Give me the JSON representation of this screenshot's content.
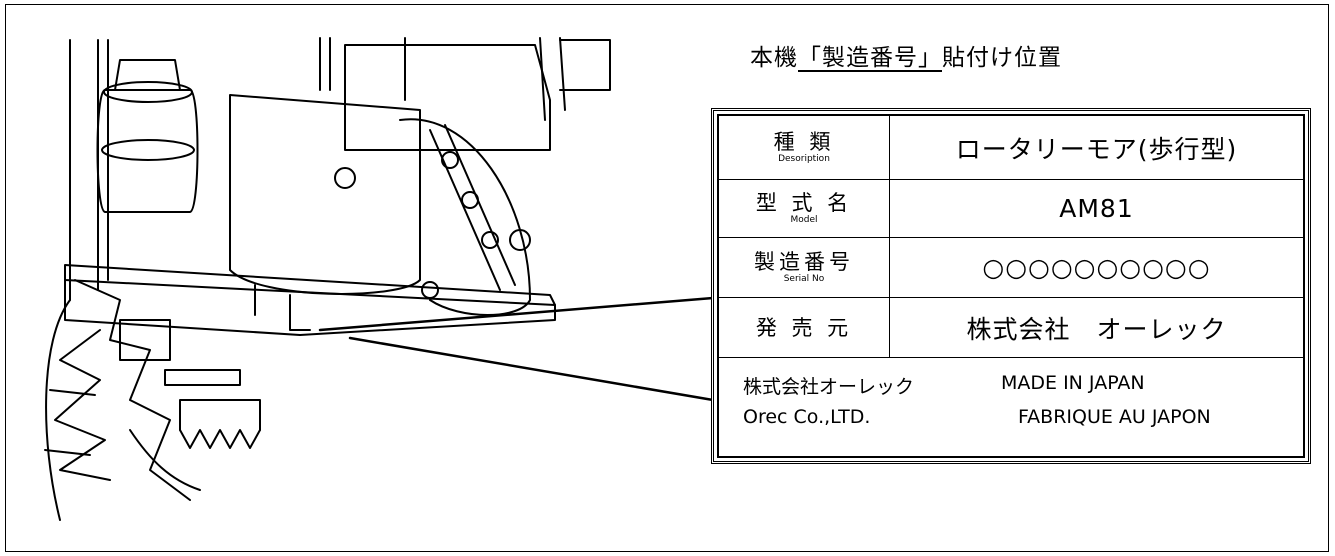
{
  "caption": {
    "prefix": "本機",
    "highlight": "「製造番号」",
    "suffix": "貼付け位置"
  },
  "nameplate": {
    "rows": [
      {
        "label_jp": "種 類",
        "label_en": "Desoription",
        "value": "ロータリーモア(歩行型)"
      },
      {
        "label_jp": "型 式 名",
        "label_en": "Model",
        "value": "AM81"
      },
      {
        "label_jp": "製造番号",
        "label_en": "Serial No",
        "value": "○○○○○○○○○○"
      },
      {
        "label_jp": "発 売 元",
        "label_en": "",
        "value": "株式会社　オーレック"
      }
    ],
    "footer": {
      "company_jp": "株式会社オーレック",
      "made_in": "MADE IN JAPAN",
      "company_en": "Orec Co.,LTD.",
      "fabrique": "FABRIQUE AU  JAPON"
    }
  },
  "colors": {
    "line": "#000000",
    "background": "#ffffff"
  }
}
